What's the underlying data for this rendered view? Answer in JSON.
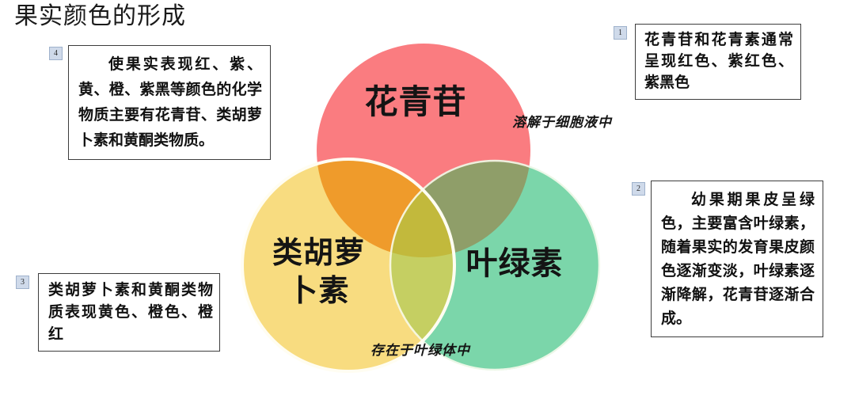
{
  "page": {
    "title": "果实颜色的形成"
  },
  "venn": {
    "circles": [
      {
        "id": "anthocyanin",
        "label": "花青苷",
        "color": "#FA7C80",
        "position": "top"
      },
      {
        "id": "carotenoid",
        "label": "类胡萝\n卜素",
        "color": "#F8DC80",
        "position": "bottom-left"
      },
      {
        "id": "chlorophyll",
        "label": "叶绿素",
        "color": "#7BD6AA",
        "position": "bottom-right"
      }
    ],
    "overlap_colors": {
      "red_yellow": "#EF9B2B",
      "red_green": "#8F9E69",
      "yellow_green": "#C5CF62",
      "center": "#C2B93C",
      "outline": "#FFFDF2"
    },
    "annotations": [
      {
        "id": "top",
        "text": "溶解于细胞液中"
      },
      {
        "id": "bottom",
        "text": "存在于叶绿体中"
      }
    ]
  },
  "callouts": [
    {
      "number": "1",
      "text": "花青苷和花青素通常呈现红色、紫红色、紫黑色"
    },
    {
      "number": "2",
      "text": "幼果期果皮呈绿色，主要富含叶绿素，随着果实的发育果皮颜色逐渐变淡，叶绿素逐渐降解，花青苷逐渐合成。"
    },
    {
      "number": "3",
      "text": "类胡萝卜素和黄酮类物质表现黄色、橙色、橙红"
    },
    {
      "number": "4",
      "text": "使果实表现红、紫、黄、橙、紫黑等颜色的化学物质主要有花青苷、类胡萝卜素和黄酮类物质。"
    }
  ],
  "tag_color": "#CFDAEA"
}
